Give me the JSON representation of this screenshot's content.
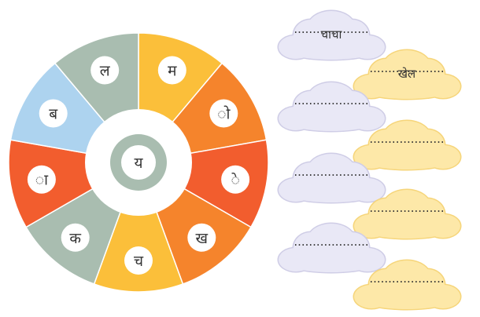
{
  "wheel": {
    "center_letter": "य",
    "segments": [
      {
        "letter": "म",
        "color": "#fbbf3a"
      },
      {
        "letter": "ो",
        "color": "#f5842c"
      },
      {
        "letter": "े",
        "color": "#f25d2e"
      },
      {
        "letter": "ख",
        "color": "#f5842c"
      },
      {
        "letter": "च",
        "color": "#fbbf3a"
      },
      {
        "letter": "क",
        "color": "#a9bdb0"
      },
      {
        "letter": "ा",
        "color": "#f25d2e"
      },
      {
        "letter": "ब",
        "color": "#add3ef"
      },
      {
        "letter": "ल",
        "color": "#a9bdb0"
      }
    ],
    "hub_ring_color": "#a9bdb0"
  },
  "clouds": [
    {
      "word": "चाचा",
      "color": "#e9e8f6"
    },
    {
      "word": "खेल",
      "color": "#fde8a8"
    },
    {
      "word": "",
      "color": "#e9e8f6"
    },
    {
      "word": "",
      "color": "#fde8a8"
    },
    {
      "word": "",
      "color": "#e9e8f6"
    },
    {
      "word": "",
      "color": "#fde8a8"
    },
    {
      "word": "",
      "color": "#e9e8f6"
    },
    {
      "word": "",
      "color": "#fde8a8"
    }
  ],
  "cloud_dots": "....................",
  "colors": {
    "cloud_lavender_outline": "#cfcde6",
    "cloud_yellow_outline": "#f6d57a"
  }
}
